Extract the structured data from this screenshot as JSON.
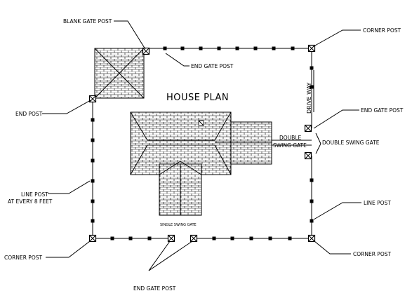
{
  "title": "HOUSE PLAN",
  "drive_way": "DRIVE WAY",
  "labels": {
    "blank_gate_post": "BLANK GATE POST",
    "corner_post_top_right": "CORNER POST",
    "end_gate_post_top": "END GATE POST",
    "end_post_left": "END POST",
    "end_gate_post_right": "END GATE POST",
    "double_swing_gate_inner_1": "DOUBLE",
    "double_swing_gate_inner_2": "SWING GATE",
    "double_swing_gate_outer": "DOUBLE SWING GATE",
    "line_post_left_1": "LINE POST",
    "line_post_left_2": "AT EVERY 8 FEET",
    "line_post_right": "LINE POST",
    "single_swing_gate": "SINGLE SWING GATE",
    "corner_post_bottom_left": "CORNER POST",
    "corner_post_bottom_right": "CORNER POST",
    "end_gate_post_bottom": "END GATE POST"
  },
  "colors": {
    "line": "#000000",
    "background": "#ffffff"
  }
}
